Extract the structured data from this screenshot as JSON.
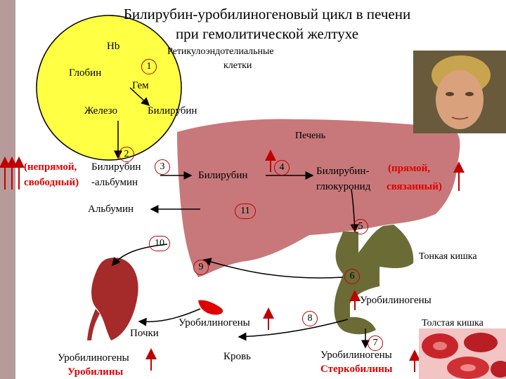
{
  "title_line1": "Билирубин-уробилиногеновый цикл в печени",
  "title_line2": "при гемолитической желтухе",
  "labels": {
    "hb": "Hb",
    "globin": "Глобин",
    "gem": "Гем",
    "zhelezo": "Железо",
    "bilirubin_cell": "Билирубин",
    "reticulo": "Ретикулоэндотелиальные",
    "kletki": "клетки",
    "pechen": "Печень",
    "neprjamoy": "(непрямой,",
    "bilirubin_left": "Билирубин",
    "svobodny": "свободный)",
    "albumin_complex": "-альбумин",
    "bilirubin_liver": "Билирубин",
    "bili_glucur_1": "Билирубин-",
    "bili_glucur_2": "глюкуронид",
    "prjamoy": "(прямой,",
    "svyazanny": "связанный)",
    "albumin": "Альбумин",
    "tonkaya": "Тонкая кишка",
    "urob_gut": "Уробилиногены",
    "tolstaya": "Толстая кишка",
    "urob_blood": "Уробилиногены",
    "krov": "Кровь",
    "pochki": "Почки",
    "urob_kidney": "Уробилиногены",
    "urobiliny": "Уробилины",
    "urob_feces": "Уробилиногены",
    "sterkobiliny": "Стеркобилины"
  },
  "steps": [
    "1",
    "2",
    "3",
    "4",
    "5",
    "6",
    "7",
    "8",
    "9",
    "10",
    "11"
  ],
  "colors": {
    "stripe": "#b79a9a",
    "cell": "#ffff44",
    "liver": "#c8787a",
    "kidney": "#a52a2a",
    "intestine": "#6b6b36",
    "blood_cell": "#e00000",
    "step_circle": "#c00000",
    "up_arrow": "#c00000"
  }
}
